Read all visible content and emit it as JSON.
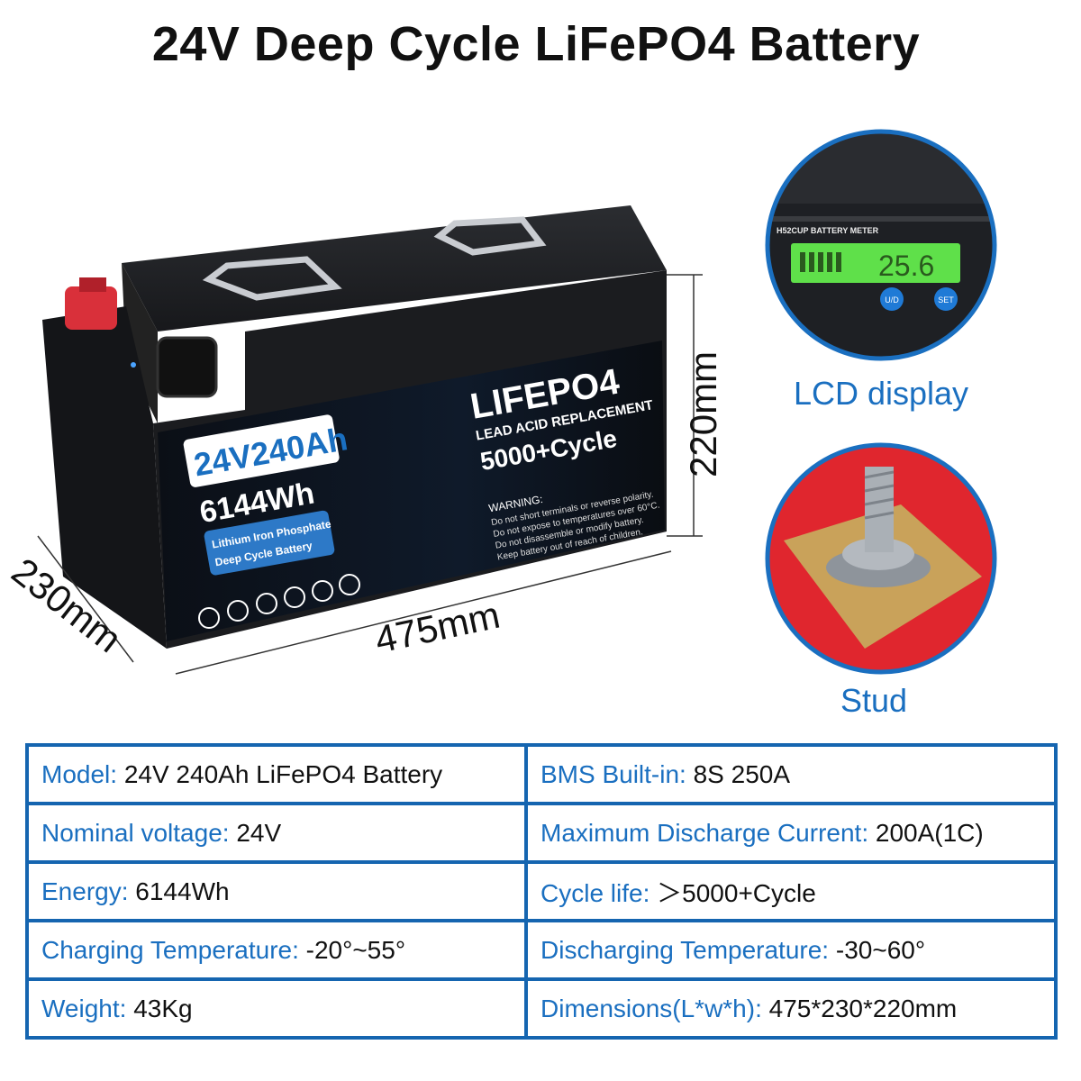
{
  "title": "24V Deep Cycle LiFePO4 Battery",
  "battery_label": {
    "capacity": "24V240Ah",
    "energy": "6144Wh",
    "chemistry_line1": "Lithium Iron Phosphate",
    "chemistry_line2": "Deep Cycle Battery",
    "brand": "LIFEPO4",
    "subtitle": "LEAD ACID REPLACEMENT",
    "cycles": "5000+Cycle",
    "warning_title": "WARNING:",
    "warning_lines": [
      "Do not short terminals or reverse polarity.",
      "Do not expose to temperatures over 60°C.",
      "Do not disassemble or modify battery.",
      "Keep battery out of reach of children."
    ]
  },
  "dimensions": {
    "length": "475mm",
    "width": "230mm",
    "height": "220mm"
  },
  "lcd": {
    "meter_label": "H52CUP BATTERY METER",
    "reading": "25.6",
    "btn_ud": "U/D",
    "btn_set": "SET",
    "caption": "LCD display"
  },
  "stud": {
    "caption": "Stud"
  },
  "colors": {
    "accent": "#1a6fc0",
    "table_border": "#1565b0",
    "terminal_red": "#d9303a",
    "lcd_green": "#5fe04a"
  },
  "specs": [
    [
      {
        "label": "Model:",
        "value": "24V 240Ah LiFePO4 Battery"
      },
      {
        "label": "BMS Built-in:",
        "value": "8S 250A"
      }
    ],
    [
      {
        "label": "Nominal voltage:",
        "value": "24V"
      },
      {
        "label": "Maximum Discharge Current:",
        "value": "200A(1C)"
      }
    ],
    [
      {
        "label": "Energy:",
        "value": "6144Wh"
      },
      {
        "label": "Cycle life:",
        "value": "＞5000+Cycle"
      }
    ],
    [
      {
        "label": "Charging Temperature:",
        "value": "-20°~55°"
      },
      {
        "label": "Discharging Temperature:",
        "value": "-30~60°"
      }
    ],
    [
      {
        "label": "Weight:",
        "value": "43Kg"
      },
      {
        "label": "Dimensions(L*w*h):",
        "value": "475*230*220mm"
      }
    ]
  ]
}
